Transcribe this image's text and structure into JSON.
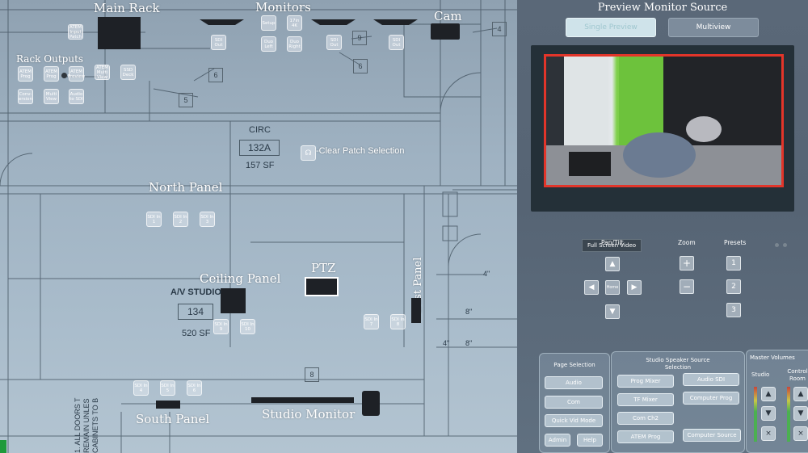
{
  "floor_plan": {
    "sections": {
      "main_rack": "Main Rack",
      "monitors": "Monitors",
      "cam": "Cam",
      "rack_outputs": "Rack Outputs",
      "north_panel": "North Panel",
      "ceiling_panel": "Ceiling Panel",
      "ptz": "PTZ",
      "east_panel": "East Panel",
      "south_panel": "South Panel",
      "studio_monitor": "Studio Monitor"
    },
    "clear_patch": "-Clear Patch Selection",
    "clear_patch_icon": "headphones-icon",
    "rooms": {
      "circ_label": "CIRC",
      "circ_number": "132A",
      "circ_area": "157 SF",
      "studio_label": "A/V STUDIO",
      "studio_number": "134",
      "studio_area": "520 SF"
    },
    "plan_numbers": {
      "n6a": "6",
      "n5": "5",
      "n9": "9",
      "n6b": "6",
      "n4": "4",
      "n8": "8"
    },
    "note_text": "1. ALL DOORS T REMAIN UNLES CABINETS TO B",
    "dim_labels": {
      "a": "4\"",
      "b": "8\"",
      "c": "4\"",
      "d": "8\""
    },
    "main_rack_buttons": [
      {
        "id": "atem-input-patch",
        "label": "ATEM Input Patch"
      }
    ],
    "rack_output_buttons": [
      {
        "id": "atem-prog",
        "label": "ATEM Prog"
      },
      {
        "id": "atem-prog-2",
        "label": "ATEM Prog"
      },
      {
        "id": "atem-preview",
        "label": "ATEM Preview"
      },
      {
        "id": "atem-multiview",
        "label": "ATEM Multi View"
      },
      {
        "id": "ssd-deck",
        "label": "SSD Deck"
      },
      {
        "id": "conversion",
        "label": "Conv-ersion"
      },
      {
        "id": "multiview",
        "label": "Multi View"
      },
      {
        "id": "audio-to-sdi",
        "label": "Audio to SDI"
      }
    ],
    "monitor_buttons": [
      {
        "id": "sdi-out-1",
        "label": "SDI Out"
      },
      {
        "id": "setup",
        "label": "Setup"
      },
      {
        "id": "monitor-17in-4k",
        "label": "17in 4K"
      },
      {
        "id": "duo-left",
        "label": "Duo Left"
      },
      {
        "id": "duo-right",
        "label": "Duo Right"
      },
      {
        "id": "sdi-out-2",
        "label": "SDI Out"
      },
      {
        "id": "sdi-out-3",
        "label": "SDI Out"
      }
    ],
    "north_panel_buttons": [
      {
        "id": "sdi-in-1",
        "label": "SDI In 1"
      },
      {
        "id": "sdi-in-2",
        "label": "SDI In 2"
      },
      {
        "id": "sdi-in-3",
        "label": "SDI In 3"
      }
    ],
    "ceiling_panel_buttons": [
      {
        "id": "sdi-in-9",
        "label": "SDI In 9"
      },
      {
        "id": "sdi-in-10",
        "label": "SDI In 10"
      }
    ],
    "east_panel_buttons": [
      {
        "id": "sdi-in-7",
        "label": "SDI In 7"
      },
      {
        "id": "sdi-in-8",
        "label": "SDI In 8"
      }
    ],
    "south_panel_buttons": [
      {
        "id": "sdi-in-4",
        "label": "SDI In 4"
      },
      {
        "id": "sdi-in-5",
        "label": "SDI In 5"
      },
      {
        "id": "sdi-in-6",
        "label": "SDI In 6"
      }
    ]
  },
  "preview": {
    "title": "Preview Monitor Source",
    "tabs": [
      "Single Preview",
      "Multiview"
    ],
    "active_tab": "Single Preview",
    "fullscreen_label": "Full Screen Video"
  },
  "ptz_controls": {
    "pan_tilt_label": "Pan/Tilt",
    "zoom_label": "Zoom",
    "presets_label": "Presets",
    "home_label": "Home",
    "zoom_in": "+",
    "zoom_out": "−",
    "presets": [
      "1",
      "2",
      "3"
    ],
    "arrow_icons": [
      "arrow-up-icon",
      "arrow-left-icon",
      "arrow-right-icon",
      "arrow-down-icon"
    ]
  },
  "page_selection": {
    "title": "Page Selection",
    "buttons": [
      "Audio",
      "Com",
      "Quick Vid Mode",
      "Admin",
      "Help"
    ]
  },
  "speaker_source": {
    "title": "Studio Speaker Source Selection",
    "buttons": [
      "Prog Mixer",
      "Audio SDI",
      "TF Mixer",
      "Computer Prog",
      "Com Ch2",
      "ATEM Prog",
      "Computer Source"
    ]
  },
  "master_volumes": {
    "title": "Master Volumes",
    "studio_label": "Studio",
    "control_room_label": "Control Room",
    "buttons": [
      "volume-up-icon",
      "volume-down-icon",
      "mute-icon"
    ]
  },
  "colors": {
    "active_frame": "#e2352a",
    "accent_tab": "#cfe3ea",
    "panel_bg": "#566474"
  }
}
